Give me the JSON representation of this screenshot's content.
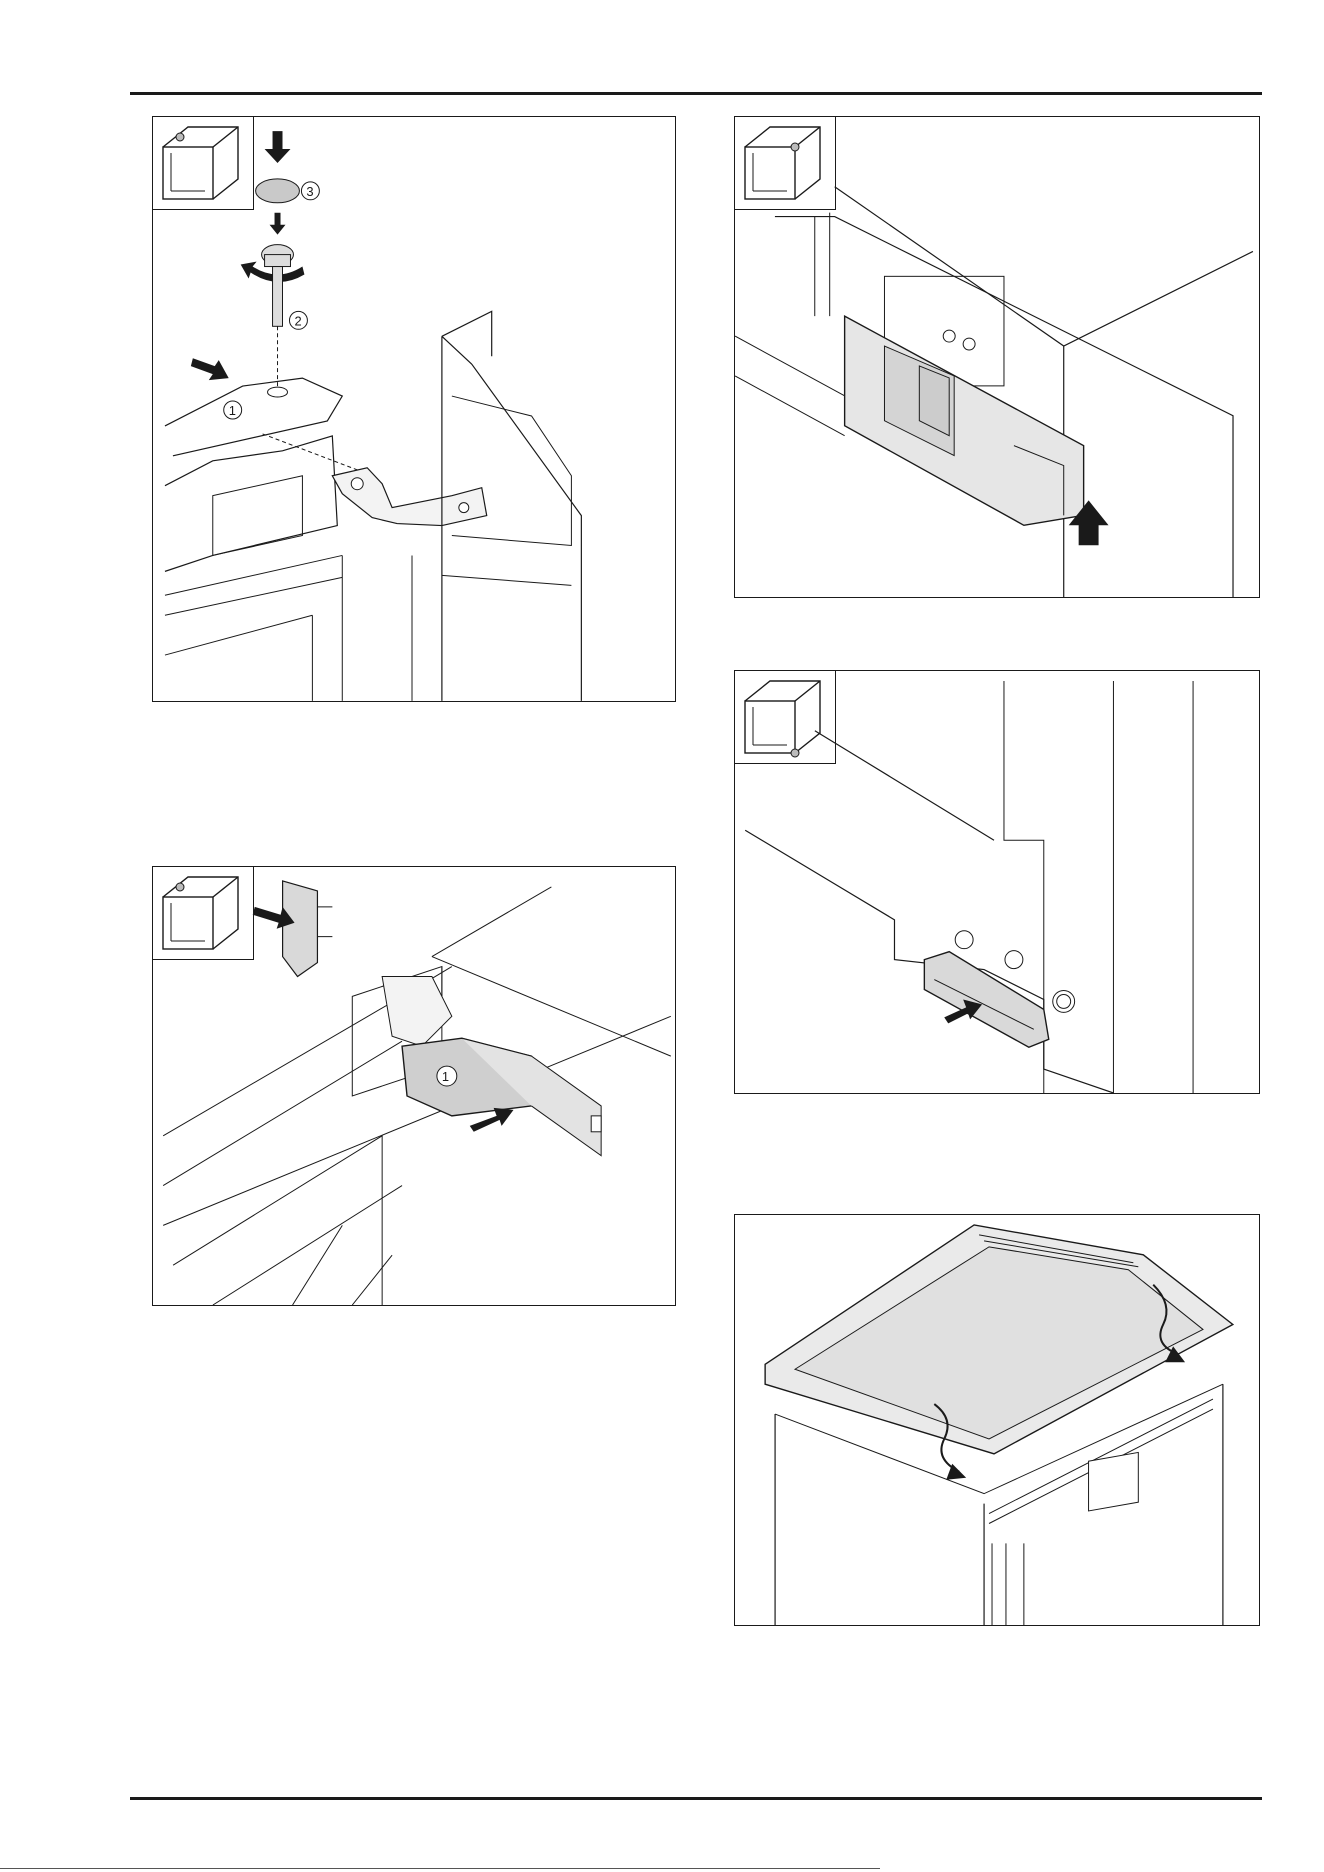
{
  "figures": [
    {
      "id": "hinge-pin-removal",
      "callouts": [
        "1",
        "2",
        "3"
      ]
    },
    {
      "id": "hinge-cover-slide",
      "callouts": []
    },
    {
      "id": "hinge-cover-fit",
      "callouts": [
        "1"
      ]
    },
    {
      "id": "lower-hinge-cover",
      "callouts": []
    },
    {
      "id": "top-panel-fit",
      "callouts": []
    }
  ],
  "colors": {
    "line": "#1a1a1a",
    "part_fill": "#d9d9d9",
    "panel_fill": "#e6e6e6"
  }
}
